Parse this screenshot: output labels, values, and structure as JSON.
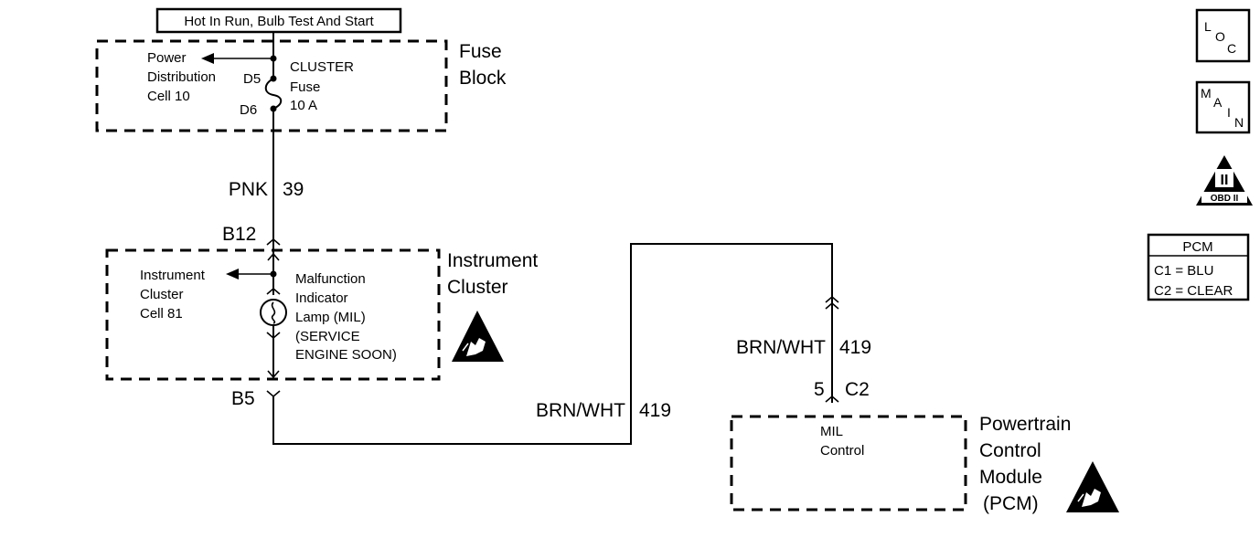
{
  "header": {
    "power_label": "Hot In Run, Bulb Test And Start"
  },
  "fuse_block": {
    "title_line1": "Fuse",
    "title_line2": "Block",
    "ref_line1": "Power",
    "ref_line2": "Distribution",
    "ref_line3": "Cell 10",
    "pin_top": "D5",
    "pin_bottom": "D6",
    "fuse_line1": "CLUSTER",
    "fuse_line2": "Fuse",
    "fuse_line3": "10 A"
  },
  "wire_39": {
    "color": "PNK",
    "circuit": "39"
  },
  "instrument_cluster": {
    "title_line1": "Instrument",
    "title_line2": "Cluster",
    "connector_top": "B12",
    "connector_bottom": "B5",
    "ref_line1": "Instrument",
    "ref_line2": "Cluster",
    "ref_line3": "Cell 81",
    "lamp_line1": "Malfunction",
    "lamp_line2": "Indicator",
    "lamp_line3": "Lamp (MIL)",
    "lamp_line4": "(SERVICE",
    "lamp_line5": "ENGINE SOON)"
  },
  "wire_419_lower": {
    "color": "BRN/WHT",
    "circuit": "419"
  },
  "wire_419_upper": {
    "color": "BRN/WHT",
    "circuit": "419"
  },
  "pcm_connector": {
    "pin": "5",
    "connector": "C2"
  },
  "pcm": {
    "title_line1": "Powertrain",
    "title_line2": "Control",
    "title_line3": "Module",
    "title_line4": "(PCM)",
    "function_line1": "MIL",
    "function_line2": "Control"
  },
  "side_icons": {
    "loc": {
      "l1": "L",
      "l2": "O",
      "l3": "C"
    },
    "main": {
      "l1": "M",
      "l2": "A",
      "l3": "I",
      "l4": "N"
    },
    "obd": {
      "numeral": "II",
      "label": "OBD II"
    }
  },
  "pcm_legend": {
    "title": "PCM",
    "row1": "C1 = BLU",
    "row2": "C2 = CLEAR"
  }
}
